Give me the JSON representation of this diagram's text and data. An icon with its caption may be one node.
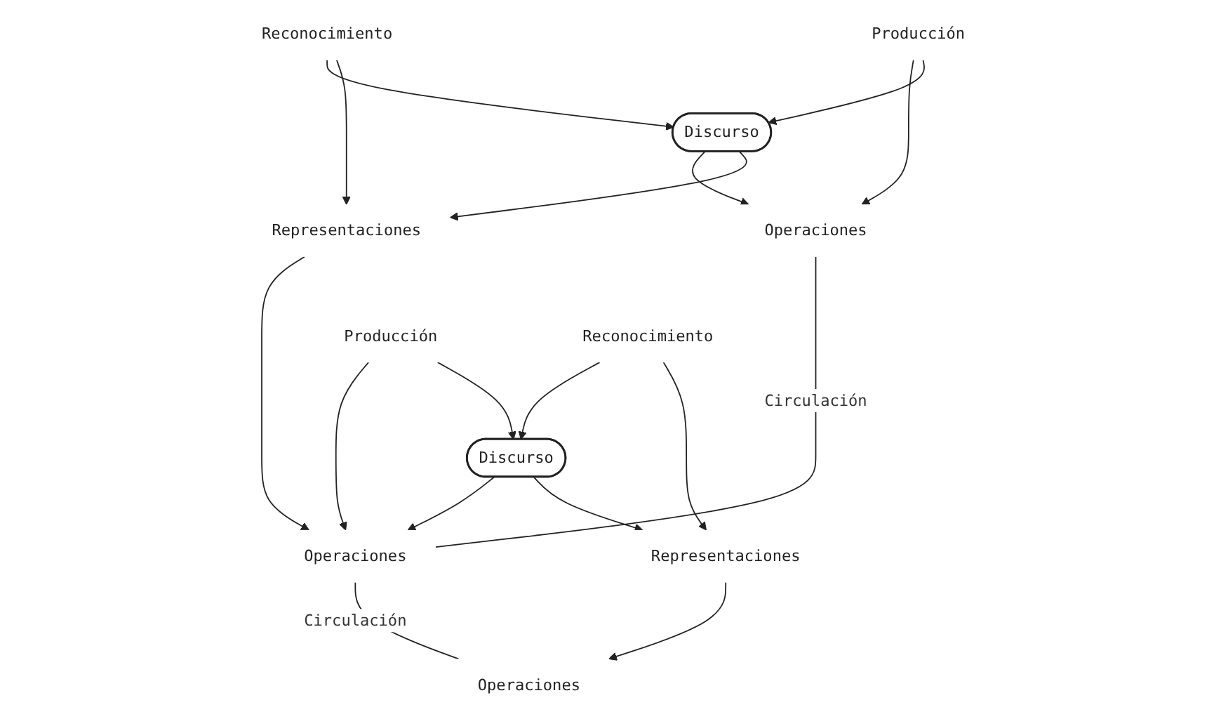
{
  "diagram": {
    "nodes": [
      {
        "text": [
          "Producción"
        ]
      },
      {
        "text": [
          "Reconocimiento"
        ]
      },
      {
        "text": [
          "Operaciones"
        ]
      },
      {
        "text": [
          "Discurso"
        ]
      },
      {
        "text": [
          "Representaciones"
        ]
      },
      {
        "text": [
          "Producción"
        ]
      },
      {
        "text": [
          "Reconocimiento"
        ]
      },
      {
        "text": [
          "Operaciones"
        ]
      },
      {
        "text": [
          "Discurso"
        ]
      },
      {
        "text": [
          "Representaciones"
        ]
      },
      {
        "text": [
          "Operaciones"
        ]
      }
    ],
    "edges": [
      {
        "from": 0,
        "to": 2,
        "arrow": "to"
      },
      {
        "from": 0,
        "to": 3,
        "arrow": "to"
      },
      {
        "from": 1,
        "to": 3,
        "arrow": "to"
      },
      {
        "from": 1,
        "to": 4,
        "arrow": "to"
      },
      {
        "from": 3,
        "to": 2,
        "arrow": "to"
      },
      {
        "from": 3,
        "to": 4,
        "arrow": "to"
      },
      {
        "from": 4,
        "to": 7,
        "arrow": "to"
      },
      {
        "from": 5,
        "to": 7,
        "arrow": "to"
      },
      {
        "from": 5,
        "to": 8,
        "arrow": "to"
      },
      {
        "from": 6,
        "to": 8,
        "arrow": "to"
      },
      {
        "from": 6,
        "to": 9,
        "arrow": "to"
      },
      {
        "from": 8,
        "to": 7,
        "arrow": "to"
      },
      {
        "from": 8,
        "to": 9,
        "arrow": "to"
      },
      {
        "from": 9,
        "to": 10,
        "arrow": "to"
      },
      {
        "from": 2,
        "to": 7,
        "arrow": "none",
        "label": "Circulación"
      },
      {
        "from": 7,
        "to": 10,
        "arrow": "none",
        "label": "Circulación"
      }
    ]
  }
}
